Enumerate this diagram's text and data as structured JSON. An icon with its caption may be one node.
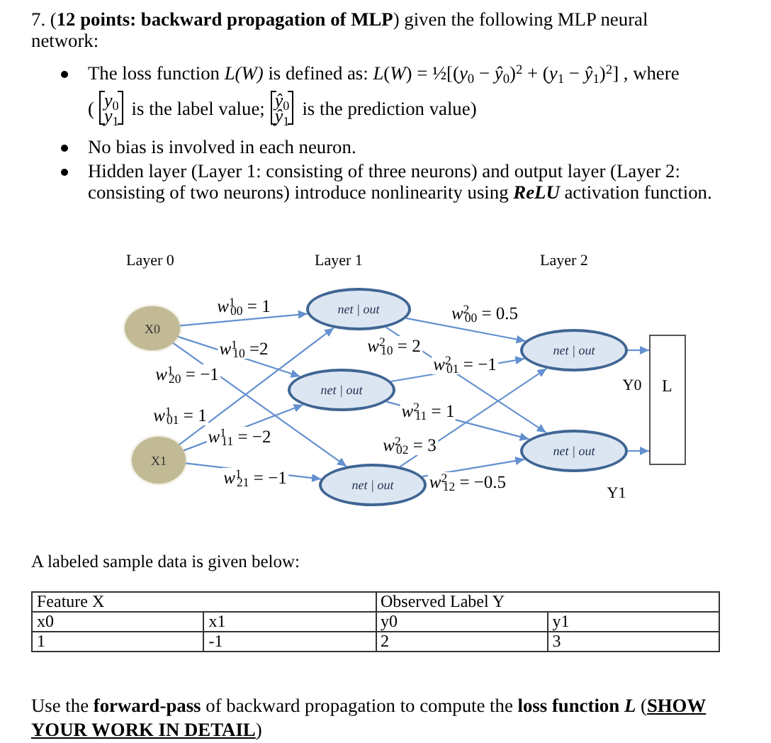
{
  "diagram": {
    "nodes": [
      {
        "text": [
          "X0"
        ]
      },
      {
        "text": [
          "X1"
        ]
      },
      {
        "text": [
          "net | out"
        ]
      },
      {
        "text": [
          "net | out"
        ]
      },
      {
        "text": [
          "net | out"
        ]
      },
      {
        "text": [
          "net | out"
        ],
        "beside": [
          "Y0"
        ]
      },
      {
        "text": [
          "net | out"
        ],
        "beside": [
          "Y1"
        ]
      },
      {
        "text": [
          "L"
        ]
      }
    ],
    "edges": [
      {
        "from": 0,
        "to": 2,
        "arrow": "to",
        "label": "*w*$^{1}$$_{00}$ = 1"
      },
      {
        "from": 0,
        "to": 3,
        "arrow": "to",
        "label": "*w*$^{1}$$_{10}$ =2"
      },
      {
        "from": 0,
        "to": 4,
        "arrow": "to",
        "label": "*w*$^{1}$$_{20}$ = −1"
      },
      {
        "from": 1,
        "to": 2,
        "arrow": "to",
        "label": "*w*$^{1}$$_{01}$ = 1"
      },
      {
        "from": 1,
        "to": 3,
        "arrow": "to",
        "label": "*w*$^{1}$$_{11}$ = −2"
      },
      {
        "from": 1,
        "to": 4,
        "arrow": "to",
        "label": "*w*$^{1}$$_{21}$ = −1"
      },
      {
        "from": 2,
        "to": 5,
        "arrow": "to",
        "label": "*w*$^{2}$$_{00}$ = 0.5"
      },
      {
        "from": 2,
        "to": 6,
        "arrow": "to",
        "label": "*w*$^{2}$$_{10}$ = 2"
      },
      {
        "from": 3,
        "to": 5,
        "arrow": "to",
        "label": "*w*$^{2}$$_{01}$ = −1"
      },
      {
        "from": 3,
        "to": 6,
        "arrow": "to",
        "label": "*w*$^{2}$$_{11}$ = 1"
      },
      {
        "from": 4,
        "to": 5,
        "arrow": "to",
        "label": "*w*$^{2}$$_{02}$ = 3"
      },
      {
        "from": 4,
        "to": 6,
        "arrow": "to",
        "label": "*w*$^{2}$$_{12}$ = −0.5"
      },
      {
        "from": 5,
        "to": 7,
        "arrow": "to"
      },
      {
        "from": 6,
        "to": 7,
        "arrow": "to"
      }
    ],
    "labels": [
      "7. (**12 points: backward propagation of MLP**) given the following MLP neural network:",
      "The loss function *L(W)* is defined as: *L*(*W*) = ½[(*y*$_{0}$ − *ŷ*$_{0}$)$^{2}$ + (*y*$_{1}$ − *ŷ*$_{1}$)$^{2}$] , where",
      "(",
      "*y*$_{0}$",
      "*y*$_{1}$",
      "is the label value;",
      "*ŷ*$_{0}$",
      "*ŷ*$_{1}$",
      "is the prediction value)",
      "No bias is involved in each neuron.",
      "Hidden layer (Layer 1: consisting of three neurons) and output layer (Layer 2: consisting of two neurons) introduce nonlinearity using **ReLU** activation function.",
      "Layer 0",
      "Layer 1",
      "Layer 2",
      "A labeled sample data is given below:",
      "Feature X",
      "Observed Label Y",
      "x0",
      "x1",
      "y0",
      "y1",
      "1",
      "-1",
      "2",
      "3",
      "Use the **forward-pass** of backward propagation to compute the **loss function** *L* (**SHOW YOUR WORK IN DETAIL**)"
    ]
  }
}
